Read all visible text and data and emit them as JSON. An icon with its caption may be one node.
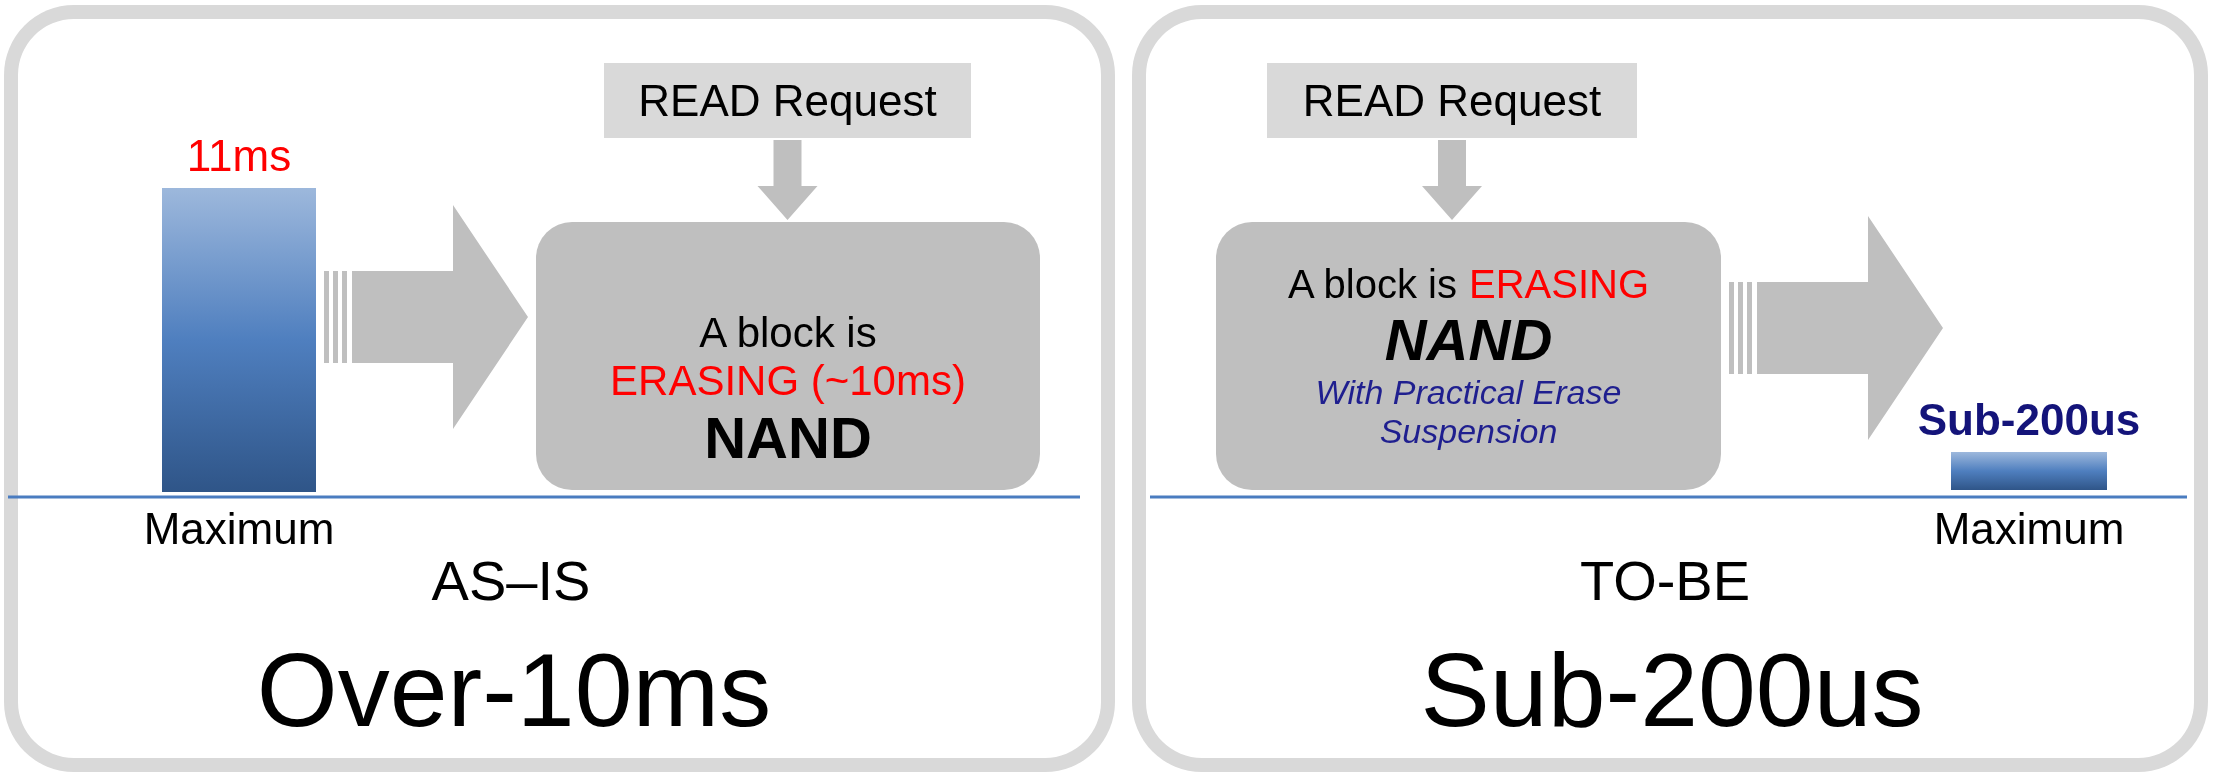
{
  "diagram": {
    "nodes": [
      {
        "text": [
          "AS–IS",
          "Over-10ms"
        ]
      },
      {
        "text": [
          "READ Request"
        ],
        "in": 0
      },
      {
        "text": [
          "A block is",
          "ERASING (~10ms)",
          "NAND"
        ],
        "in": 0
      },
      {
        "text": [],
        "shape": "bar",
        "in": 0,
        "beside": [
          "11ms",
          "Maximum"
        ]
      },
      {
        "text": [
          "TO-BE",
          "Sub-200us"
        ]
      },
      {
        "text": [
          "READ Request"
        ],
        "in": 4
      },
      {
        "text": [
          "A block is",
          "ERASING",
          "NAND",
          "With Practical Erase Suspension"
        ],
        "in": 4
      },
      {
        "text": [],
        "shape": "bar",
        "in": 4,
        "beside": [
          "Sub-200us",
          "Maximum"
        ]
      }
    ],
    "edges": [
      {
        "from": 1,
        "to": 2,
        "arrow": "to"
      },
      {
        "from": 3,
        "to": 2,
        "arrow": "to"
      },
      {
        "from": 5,
        "to": 6,
        "arrow": "to"
      },
      {
        "from": 6,
        "to": 7,
        "arrow": "to"
      }
    ]
  }
}
